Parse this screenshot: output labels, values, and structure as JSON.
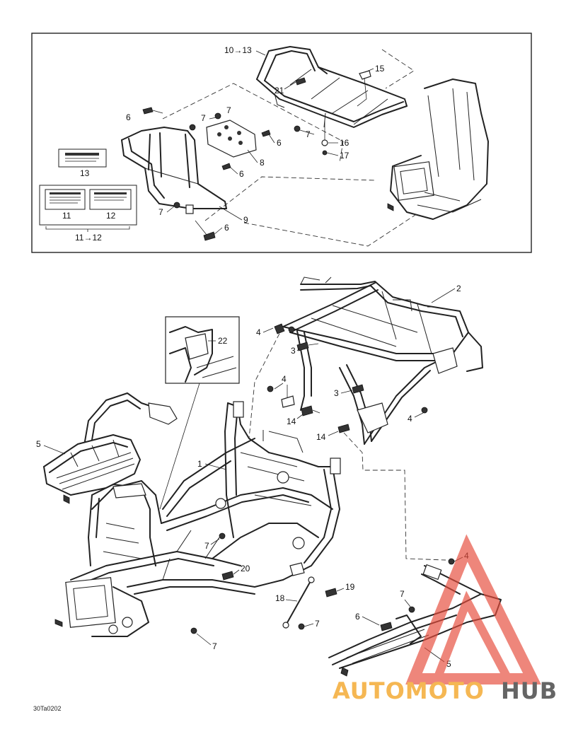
{
  "inset": {
    "callouts": {
      "c10_13": "10→13",
      "c15": "15",
      "c21": "21",
      "c6a": "6",
      "c7a": "7",
      "c7b": "7",
      "c7c": "7",
      "c16": "16",
      "c17": "17",
      "c6b": "6",
      "c8": "8",
      "c6c": "6",
      "c9": "9",
      "c7d": "7",
      "c6d": "6",
      "c13": "13",
      "c11": "11",
      "c12": "12",
      "c11_12": "11→12"
    }
  },
  "detail": {
    "c22": "22"
  },
  "main": {
    "callouts": {
      "c2": "2",
      "c4a": "4",
      "c3a": "3",
      "c4b": "4",
      "c3b": "3",
      "c14a": "14",
      "c4c": "4",
      "c14b": "14",
      "c5a": "5",
      "c1": "1",
      "c7a": "7",
      "c20": "20",
      "c19": "19",
      "c18": "18",
      "c7b": "7",
      "c4d": "4",
      "c7c": "7",
      "c6": "6",
      "c5b": "5",
      "c7d": "7"
    }
  },
  "footer": {
    "drawing_code": "30Ta0202"
  },
  "watermark": {
    "part1": "AUTOMOTO",
    "part2": "HUB",
    "color1": "#f5b041",
    "color2": "#555555",
    "logo_color": "#e74c3c"
  }
}
